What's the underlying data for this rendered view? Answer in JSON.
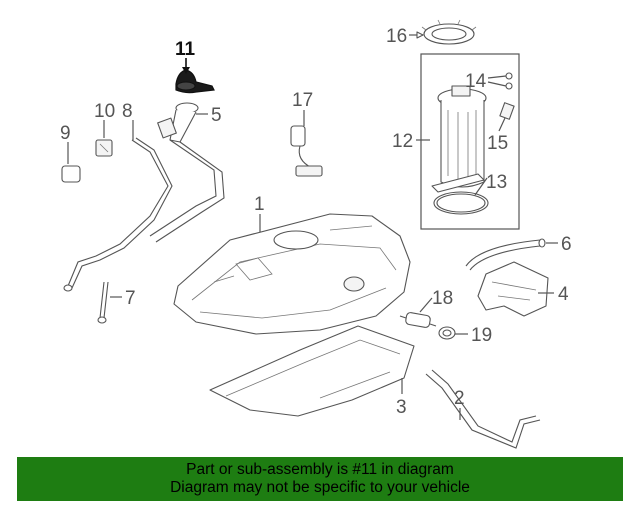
{
  "callouts": {
    "c1": "1",
    "c2": "2",
    "c3": "3",
    "c4": "4",
    "c5": "5",
    "c6": "6",
    "c7": "7",
    "c8": "8",
    "c9": "9",
    "c10": "10",
    "c11": "11",
    "c12": "12",
    "c13": "13",
    "c14": "14",
    "c15": "15",
    "c16": "16",
    "c17": "17",
    "c18": "18",
    "c19": "19"
  },
  "highlighted_part": "11",
  "banner": {
    "line1": "Part or sub-assembly is #11 in diagram",
    "line2": "Diagram may not be specific to your vehicle",
    "background": "#1e7d12"
  }
}
